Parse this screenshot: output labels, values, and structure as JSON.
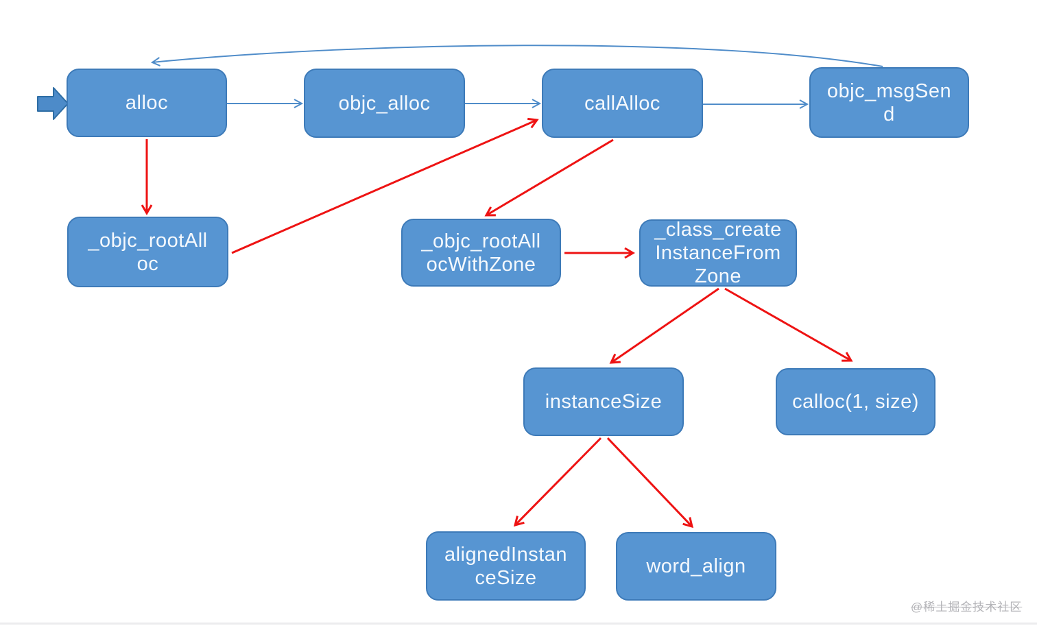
{
  "diagram": {
    "nodes": {
      "alloc": {
        "label": "alloc"
      },
      "objc_alloc": {
        "label": "objc_alloc"
      },
      "callAlloc": {
        "label": "callAlloc"
      },
      "objc_msgSend": {
        "label": "objc_msgSen\nd"
      },
      "objc_rootAlloc": {
        "label": "_objc_rootAll\noc"
      },
      "objc_rootAllocWithZone": {
        "label": "_objc_rootAll\nocWithZone"
      },
      "class_createInstanceFromZone": {
        "label": "_class_create\nInstanceFrom\nZone"
      },
      "instanceSize": {
        "label": "instanceSize"
      },
      "calloc": {
        "label": "calloc(1, size)"
      },
      "alignedInstanceSize": {
        "label": "alignedInstan\nceSize"
      },
      "word_align": {
        "label": "word_align"
      }
    },
    "edges": [
      {
        "from": "entry",
        "to": "alloc",
        "color": "blue",
        "style": "block-arrow"
      },
      {
        "from": "alloc",
        "to": "objc_alloc",
        "color": "blue",
        "style": "straight"
      },
      {
        "from": "objc_alloc",
        "to": "callAlloc",
        "color": "blue",
        "style": "straight"
      },
      {
        "from": "callAlloc",
        "to": "objc_msgSend",
        "color": "blue",
        "style": "straight"
      },
      {
        "from": "objc_msgSend",
        "to": "alloc",
        "color": "blue",
        "style": "curved"
      },
      {
        "from": "alloc",
        "to": "objc_rootAlloc",
        "color": "red",
        "style": "straight"
      },
      {
        "from": "objc_rootAlloc",
        "to": "callAlloc",
        "color": "red",
        "style": "straight"
      },
      {
        "from": "callAlloc",
        "to": "objc_rootAllocWithZone",
        "color": "red",
        "style": "straight"
      },
      {
        "from": "objc_rootAllocWithZone",
        "to": "class_createInstanceFromZone",
        "color": "red",
        "style": "straight"
      },
      {
        "from": "class_createInstanceFromZone",
        "to": "instanceSize",
        "color": "red",
        "style": "straight"
      },
      {
        "from": "class_createInstanceFromZone",
        "to": "calloc",
        "color": "red",
        "style": "straight"
      },
      {
        "from": "instanceSize",
        "to": "alignedInstanceSize",
        "color": "red",
        "style": "straight"
      },
      {
        "from": "instanceSize",
        "to": "word_align",
        "color": "red",
        "style": "straight"
      }
    ],
    "colors": {
      "node_fill": "#5795d2",
      "node_border": "#3d7ab8",
      "node_text": "#f5f9fd",
      "blue_arrow": "#4f8cc9",
      "red_arrow": "#ee1313",
      "watermark_text": "#b4b4b8"
    },
    "watermark": "@稀土掘金技术社区"
  }
}
